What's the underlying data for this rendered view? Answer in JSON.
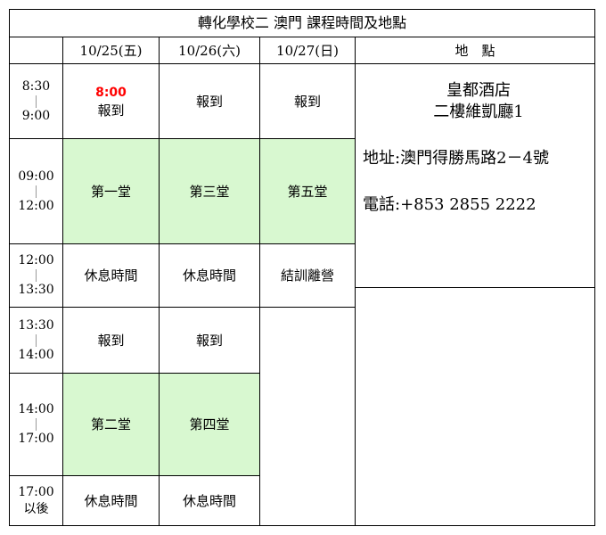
{
  "title": "轉化學校二 澳門 課程時間及地點",
  "headers": {
    "day1": "10/25(五)",
    "day2": "10/26(六)",
    "day3": "10/27(日)",
    "venue": "地　點"
  },
  "times": [
    {
      "start": "8:30",
      "end": "9:00"
    },
    {
      "start": "09:00",
      "end": "12:00"
    },
    {
      "start": "12:00",
      "end": "13:30"
    },
    {
      "start": "13:30",
      "end": "14:00"
    },
    {
      "start": "14:00",
      "end": "17:00"
    },
    {
      "start": "17:00",
      "end": "以後"
    }
  ],
  "cells": {
    "r1d1_highlight": "8:00",
    "r1d1": "報到",
    "r1d2": "報到",
    "r1d3": "報到",
    "r2d1": "第一堂",
    "r2d2": "第三堂",
    "r2d3": "第五堂",
    "r3d1": "休息時間",
    "r3d2": "休息時間",
    "r3d3": "結訓離營",
    "r4d1": "報到",
    "r4d2": "報到",
    "r5d1": "第二堂",
    "r5d2": "第四堂",
    "r6d1": "休息時間",
    "r6d2": "休息時間"
  },
  "venue": {
    "name_line1": "皇都酒店",
    "name_line2": "二樓維凱廳1",
    "address": "地址:澳門得勝馬路2－4號",
    "phone": "電話:+853 2855 2222"
  },
  "colors": {
    "session_bg": "#d8f8d0",
    "highlight_text": "#ff0000"
  }
}
